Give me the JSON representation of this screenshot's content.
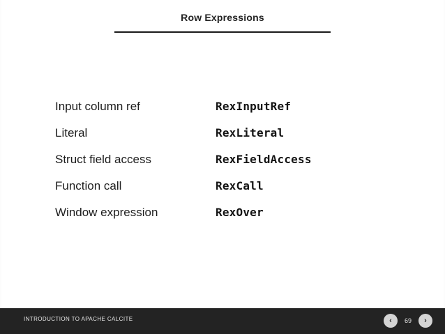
{
  "slide": {
    "title": "Row Expressions",
    "rows": [
      {
        "term": "Input column ref",
        "code": "RexInputRef"
      },
      {
        "term": "Literal",
        "code": "RexLiteral"
      },
      {
        "term": "Struct field access",
        "code": "RexFieldAccess"
      },
      {
        "term": "Function call",
        "code": "RexCall"
      },
      {
        "term": "Window expression",
        "code": "RexOver"
      }
    ]
  },
  "footer": {
    "label": "INTRODUCTION TO APACHE CALCITE",
    "prev_label": "‹",
    "next_label": "›",
    "page": "69"
  },
  "colors": {
    "footer_bg": "#232323",
    "text": "#1d1d1d",
    "rule": "#1a1a1a"
  }
}
